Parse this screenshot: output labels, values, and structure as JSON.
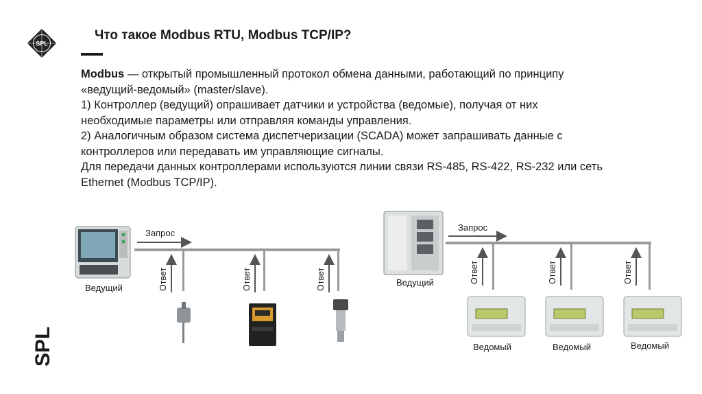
{
  "slide": {
    "title": "Что такое Modbus RTU, Modbus TCP/IP?",
    "logo_text": "SPL",
    "side_brand": "SPL",
    "body": {
      "lead_bold": "Modbus",
      "lead_rest": " — открытый промышленный протокол обмена данными, работающий по принципу",
      "lines": [
        "«ведущий-ведомый» (master/slave).",
        "1) Контроллер (ведущий) опрашивает датчики и устройства (ведомые), получая от них",
        "необходимые параметры или отправляя команды управления.",
        "2) Аналогичным образом система диспетчеризации (SCADA) может запрашивать данные с",
        "контроллеров или передавать им управляющие сигналы.",
        "Для передачи данных контроллерами используются линии связи RS-485, RS-422, RS-232 или сеть",
        "Ethernet (Modbus TCP/IP)."
      ]
    }
  },
  "diagram": {
    "left": {
      "request_label": "Запрос",
      "master_label": "Ведущий",
      "responses": [
        "Ответ",
        "Ответ",
        "Ответ"
      ]
    },
    "right": {
      "request_label": "Запрос",
      "master_label": "Ведущий",
      "responses": [
        "Ответ",
        "Ответ",
        "Ответ"
      ],
      "slaves": [
        "Ведомый",
        "Ведомый",
        "Ведомый"
      ]
    }
  },
  "colors": {
    "text": "#1a1a1a",
    "line": "#9a9a9a",
    "arrow": "#555555",
    "logo_bg": "#222222"
  }
}
